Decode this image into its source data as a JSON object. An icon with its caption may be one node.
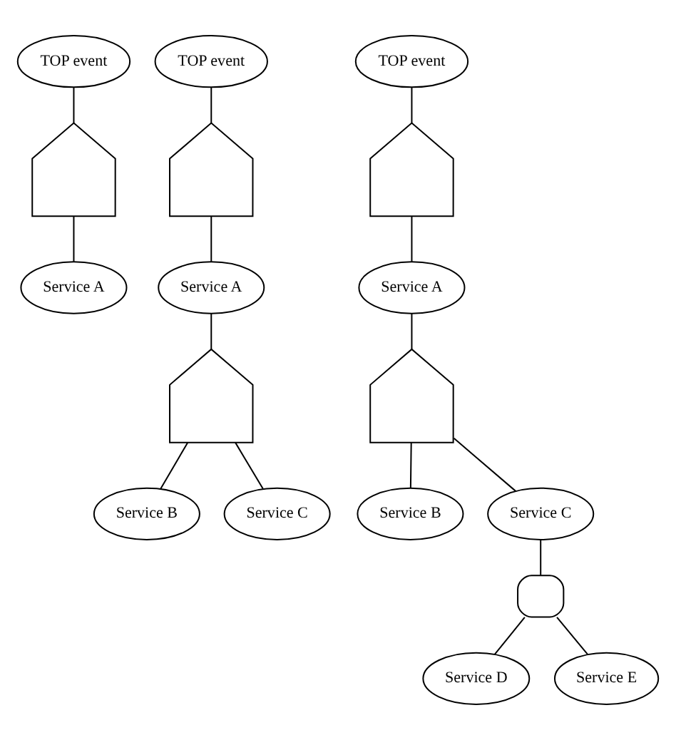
{
  "diagram": {
    "nodes": [
      {
        "text": [
          "TOP event"
        ]
      },
      {
        "text": [],
        "shape": "or-gate"
      },
      {
        "text": [
          "Service A"
        ]
      },
      {
        "text": [
          "TOP event"
        ]
      },
      {
        "text": [],
        "shape": "or-gate"
      },
      {
        "text": [
          "Service A"
        ]
      },
      {
        "text": [],
        "shape": "or-gate"
      },
      {
        "text": [
          "Service B"
        ]
      },
      {
        "text": [
          "Service C"
        ]
      },
      {
        "text": [
          "TOP event"
        ]
      },
      {
        "text": [],
        "shape": "or-gate"
      },
      {
        "text": [
          "Service A"
        ]
      },
      {
        "text": [],
        "shape": "or-gate"
      },
      {
        "text": [
          "Service B"
        ]
      },
      {
        "text": [
          "Service C"
        ]
      },
      {
        "text": [],
        "shape": "and-gate"
      },
      {
        "text": [
          "Service D"
        ]
      },
      {
        "text": [
          "Service E"
        ]
      }
    ],
    "edges": [
      {
        "from": 0,
        "to": 1,
        "arrow": "none"
      },
      {
        "from": 1,
        "to": 2,
        "arrow": "none"
      },
      {
        "from": 3,
        "to": 4,
        "arrow": "none"
      },
      {
        "from": 4,
        "to": 5,
        "arrow": "none"
      },
      {
        "from": 5,
        "to": 6,
        "arrow": "none"
      },
      {
        "from": 6,
        "to": 7,
        "arrow": "none"
      },
      {
        "from": 6,
        "to": 8,
        "arrow": "none"
      },
      {
        "from": 9,
        "to": 10,
        "arrow": "none"
      },
      {
        "from": 10,
        "to": 11,
        "arrow": "none"
      },
      {
        "from": 11,
        "to": 12,
        "arrow": "none"
      },
      {
        "from": 12,
        "to": 13,
        "arrow": "none"
      },
      {
        "from": 12,
        "to": 14,
        "arrow": "none"
      },
      {
        "from": 14,
        "to": 15,
        "arrow": "none"
      },
      {
        "from": 15,
        "to": 16,
        "arrow": "none"
      },
      {
        "from": 15,
        "to": 17,
        "arrow": "none"
      }
    ]
  }
}
